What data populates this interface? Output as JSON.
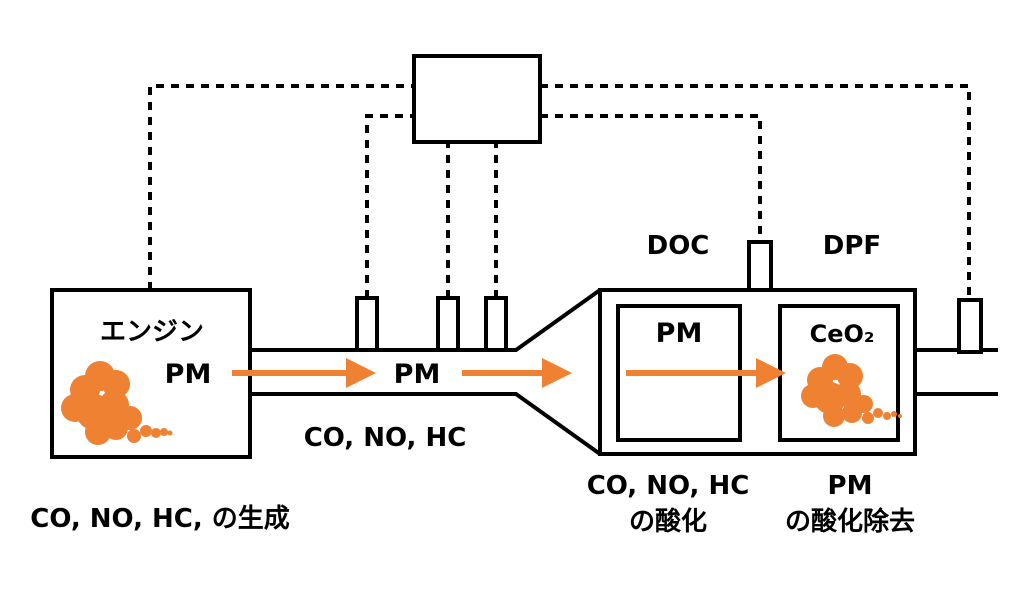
{
  "engine": {
    "title": "エンジン",
    "pm": "PM"
  },
  "pipe": {
    "pm": "PM",
    "gases": "CO, NO, HC"
  },
  "doc": {
    "title": "DOC",
    "pm": "PM",
    "caption_line1": "CO, NO, HC",
    "caption_line2": "の酸化"
  },
  "dpf": {
    "title": "DPF",
    "catalyst": "CeO₂",
    "caption_line1": "PM",
    "caption_line2": "の酸化除去"
  },
  "bottom_caption": "CO, NO, HC, の生成",
  "colors": {
    "particulate": "#ee8232",
    "arrow": "#ee8232",
    "line": "#000000"
  }
}
